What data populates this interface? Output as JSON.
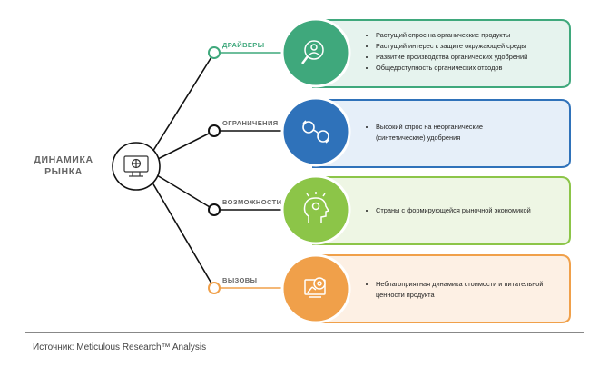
{
  "center": {
    "title_line1": "ДИНАМИКА",
    "title_line2": "РЫНКА",
    "icon": "market-monitor-icon"
  },
  "branches": [
    {
      "label": "ДРАЙВЕРЫ",
      "color": "#3fa87c",
      "card_bg": "#e6f3ee",
      "icon": "magnifier-person-icon",
      "items": [
        "Растущий спрос на органические продукты",
        "Растущий интерес к защите окружающей среды",
        "Развитие производства органических удобрений",
        "Общедоступность органических отходов"
      ]
    },
    {
      "label": "ОГРАНИЧЕНИЯ",
      "color": "#2f72ba",
      "card_bg": "#e6eff9",
      "icon": "handcuffs-icon",
      "items": [
        "Высокий спрос на неорганические (синтетические) удобрения"
      ]
    },
    {
      "label": "ВОЗМОЖНОСТИ",
      "color": "#8cc548",
      "card_bg": "#eef6e4",
      "icon": "idea-head-icon",
      "items": [
        "Страны с формирующейся рыночной экономикой"
      ]
    },
    {
      "label": "ВЫЗОВЫ",
      "color": "#f0a04a",
      "card_bg": "#fdf0e4",
      "icon": "gears-chart-icon",
      "items": [
        "Неблагоприятная динамика стоимости и питательной ценности продукта"
      ]
    }
  ],
  "footer": {
    "source": "Источник: Meticulous Research™ Analysis"
  }
}
